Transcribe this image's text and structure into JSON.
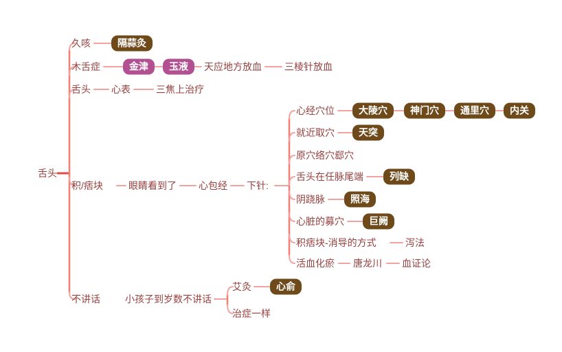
{
  "colors": {
    "node_text": "#97413F",
    "line": "#F2A3A0",
    "trunk": "#EE8178",
    "root_connector": "#DD4F44",
    "badge_brown_bg": "#6E4A1B",
    "badge_pink_bg": "#B25191",
    "badge_text": "#FFFFFF"
  },
  "map": {
    "root": {
      "label": "舌头"
    },
    "branches": [
      {
        "label": "久咳",
        "children": [
          {
            "label": "隔蒜灸"
          }
        ]
      },
      {
        "label": "木舌症",
        "children": [
          {
            "label": "金津"
          },
          {
            "label": "玉液"
          },
          {
            "label": "天应地方放血"
          },
          {
            "label": "三棱针放血"
          }
        ]
      },
      {
        "label": "舌头",
        "children": [
          {
            "label": "心表"
          },
          {
            "label": "三焦上治疗"
          }
        ]
      },
      {
        "label": "积/痞块",
        "children": [
          {
            "label": "眼睛看到了"
          },
          {
            "label": "心包经"
          },
          {
            "label": "下针:",
            "children": [
              {
                "label": "心经穴位",
                "children": [
                  {
                    "label": "大陵穴"
                  },
                  {
                    "label": "神门穴"
                  },
                  {
                    "label": "通里穴"
                  },
                  {
                    "label": "内关"
                  }
                ]
              },
              {
                "label": "就近取穴",
                "children": [
                  {
                    "label": "天突"
                  }
                ]
              },
              {
                "label": "原穴络穴郄穴",
                "children": []
              },
              {
                "label": "舌头在任脉尾端",
                "children": [
                  {
                    "label": "列缺"
                  }
                ]
              },
              {
                "label": "阴跷脉",
                "children": [
                  {
                    "label": "照海"
                  }
                ]
              },
              {
                "label": "心脏的募穴",
                "children": [
                  {
                    "label": "巨阙"
                  }
                ]
              },
              {
                "label": "积痞块-消导的方式",
                "children": [
                  {
                    "label": "泻法"
                  }
                ]
              },
              {
                "label": "活血化瘀",
                "children": [
                  {
                    "label": "唐龙川"
                  },
                  {
                    "label": "血证论"
                  }
                ]
              }
            ]
          }
        ]
      },
      {
        "label": "不讲话",
        "children": [
          {
            "label": "小孩子到岁数不讲话",
            "children": [
              {
                "label": "艾灸",
                "children": [
                  {
                    "label": "心俞"
                  }
                ]
              },
              {
                "label": "治症一样",
                "children": []
              }
            ]
          }
        ]
      }
    ]
  }
}
